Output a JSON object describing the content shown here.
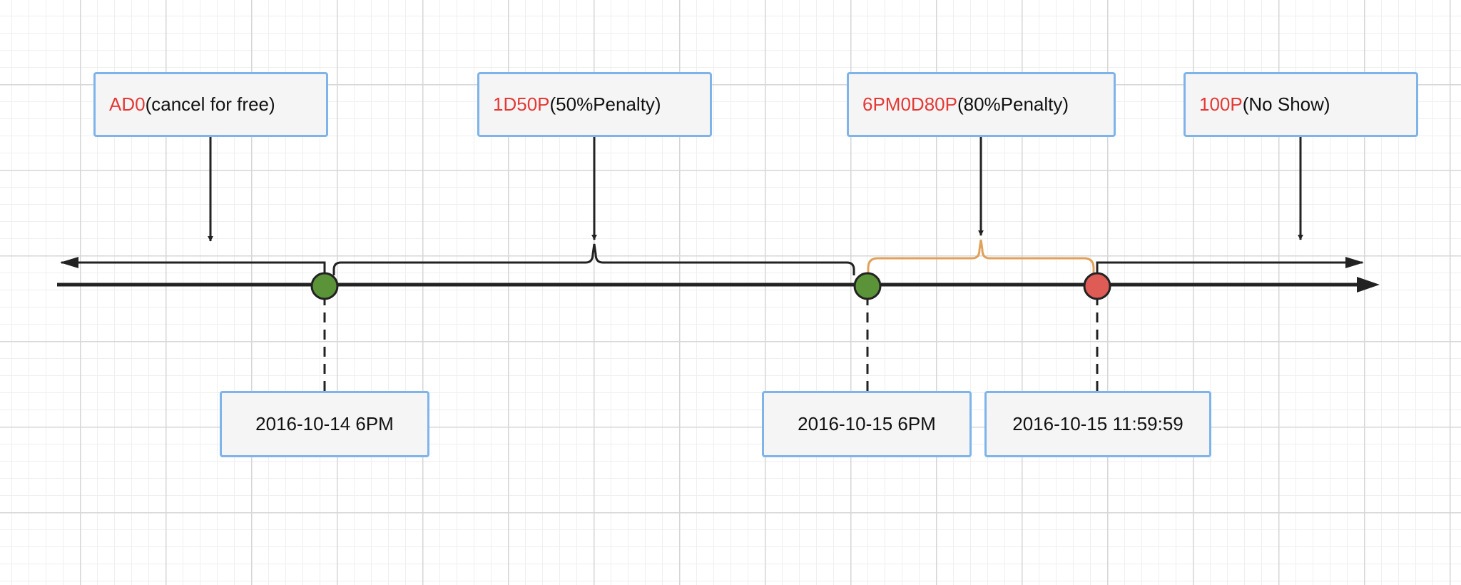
{
  "colors": {
    "line": "#222222",
    "orange_brace": "#e0a15a",
    "box_border": "#7eb4ea",
    "box_fill": "#f5f5f5",
    "code_text": "#e53935",
    "green_point": "#5b9338",
    "red_point": "#de5b56"
  },
  "rules": [
    {
      "code": "AD0",
      "desc": "(cancel for free)"
    },
    {
      "code": "1D50P",
      "desc": "(50%Penalty)"
    },
    {
      "code": "6PM0D80P",
      "desc": "(80%Penalty)"
    },
    {
      "code": "100P",
      "desc": "(No Show)"
    }
  ],
  "points": [
    {
      "label": "2016-10-14 6PM",
      "color": "green"
    },
    {
      "label": "2016-10-15 6PM",
      "color": "green"
    },
    {
      "label": "2016-10-15 11:59:59",
      "color": "red"
    }
  ]
}
